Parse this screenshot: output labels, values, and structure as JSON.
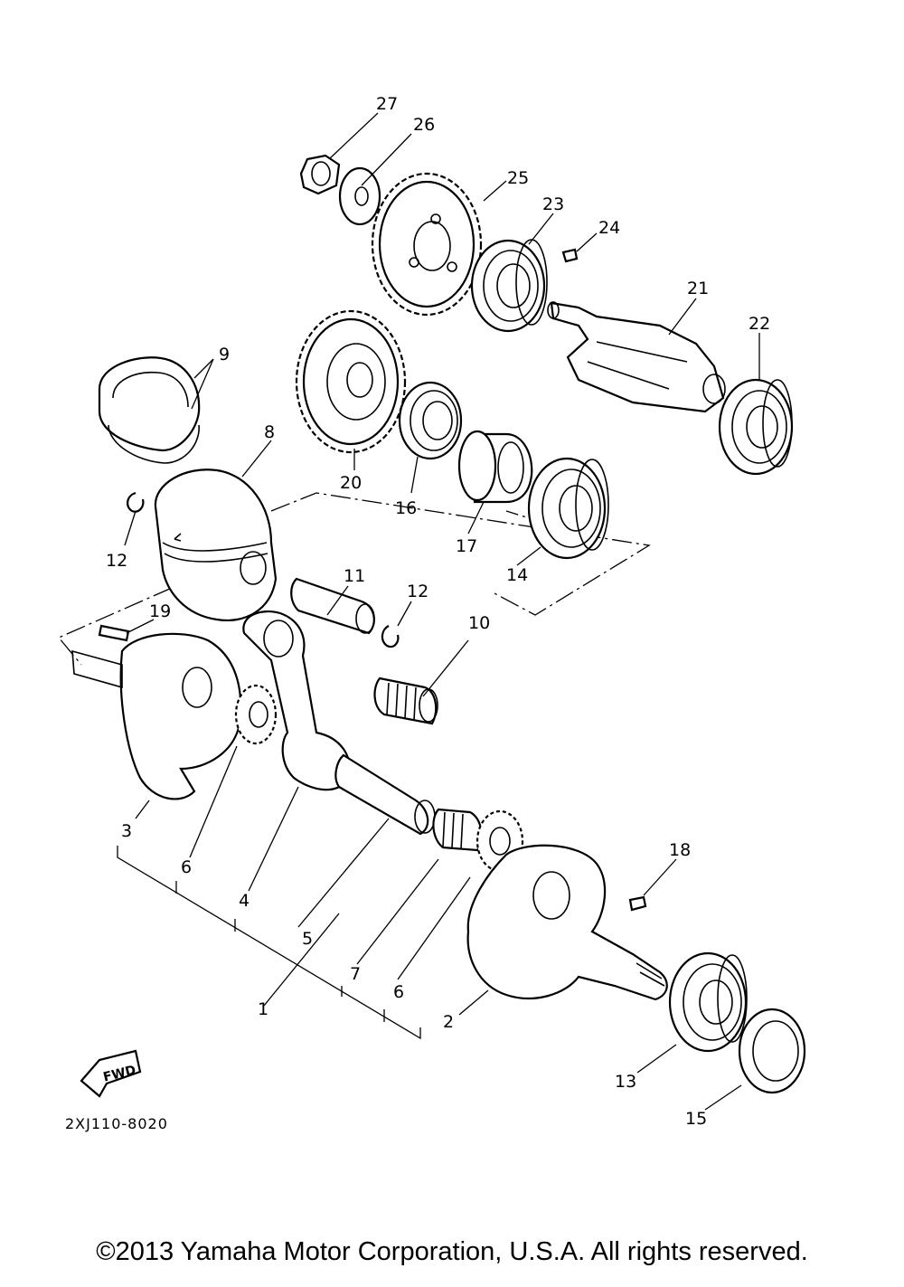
{
  "diagram": {
    "drawing_code": "2XJ110-8020",
    "fwd_label": "FWD",
    "callouts": [
      "1",
      "2",
      "3",
      "4",
      "5",
      "6",
      "6",
      "7",
      "8",
      "9",
      "10",
      "11",
      "12",
      "12",
      "13",
      "14",
      "15",
      "16",
      "17",
      "18",
      "19",
      "20",
      "21",
      "22",
      "23",
      "24",
      "25",
      "26",
      "27"
    ]
  },
  "footer": {
    "copyright": "©2013 Yamaha Motor Corporation, U.S.A. All rights reserved."
  }
}
